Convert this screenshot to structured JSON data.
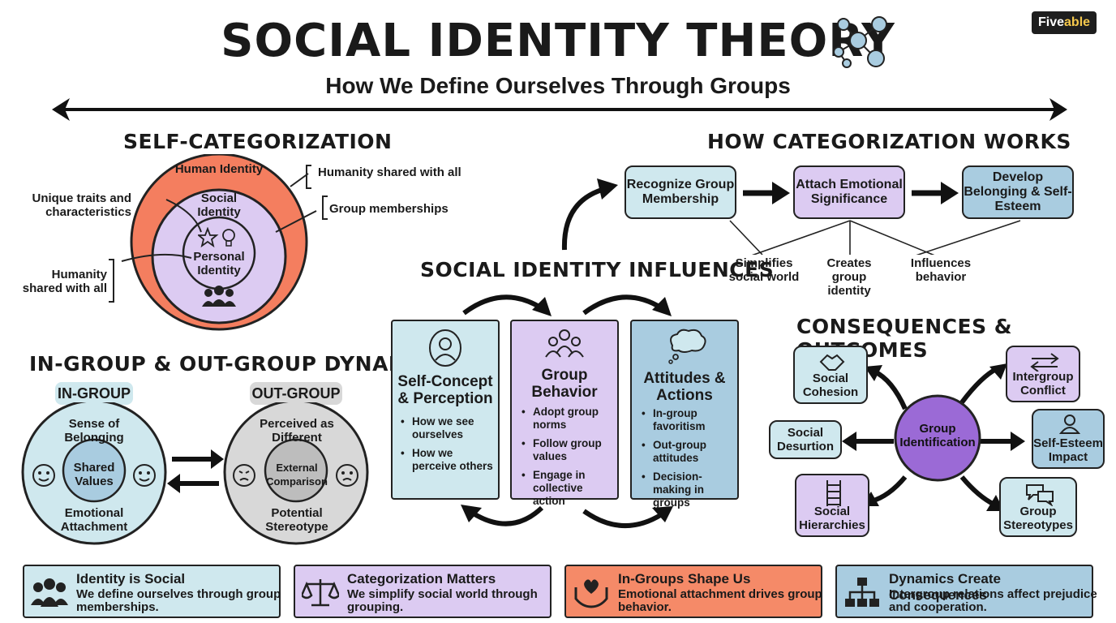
{
  "header": {
    "title": "SOCIAL IDENTITY THEORY",
    "subtitle": "How We Define Ourselves Through Groups",
    "brand_prefix": "Five",
    "brand_suffix": "able"
  },
  "self_categorization": {
    "heading": "SELF-CATEGORIZATION",
    "outer_label": "Human Identity",
    "middle_label": "Social Identity",
    "inner_label": "Personal Identity",
    "callout_top_right": "Humanity shared with all",
    "callout_mid_right": "Group memberships",
    "callout_left_top": "Unique traits and characteristics",
    "callout_left_bottom": "Humanity shared with all"
  },
  "dynamics": {
    "heading": "IN-GROUP & OUT-GROUP DYNAMICS",
    "in_group": {
      "label": "IN-GROUP",
      "top": "Sense of Belonging",
      "center": "Shared Values",
      "bottom": "Emotional Attachment"
    },
    "out_group": {
      "label": "OUT-GROUP",
      "top": "Perceived as Different",
      "center": "External Comparison",
      "bottom": "Potential Stereotype"
    }
  },
  "how_works": {
    "heading": "HOW CATEGORIZATION WORKS",
    "steps": [
      "Recognize Group Membership",
      "Attach Emotional Significance",
      "Develop Belonging & Self-Esteem"
    ],
    "outcomes": [
      "Simplifies social world",
      "Creates group identity",
      "Influences behavior"
    ]
  },
  "influences": {
    "heading": "SOCIAL IDENTITY INFLUENCES",
    "panels": [
      {
        "title": "Self-Concept & Perception",
        "bullets": [
          "How we see ourselves",
          "How we perceive others"
        ]
      },
      {
        "title": "Group Behavior",
        "bullets": [
          "Adopt group norms",
          "Follow group values",
          "Engage in collective action"
        ]
      },
      {
        "title": "Attitudes & Actions",
        "bullets": [
          "In-group favoritism",
          "Out-group attitudes",
          "Decision-making in groups"
        ]
      }
    ]
  },
  "consequences": {
    "heading": "CONSEQUENCES & OUTCOMES",
    "center": "Group Identification",
    "items": [
      "Social Cohesion",
      "Intergroup Conflict",
      "Social Desurtion",
      "Self-Esteem Impact",
      "Social Hierarchies",
      "Group Stereotypes"
    ]
  },
  "footer": [
    {
      "title": "Identity is Social",
      "body": "We define ourselves through group memberships.",
      "color": "#cfe8ee",
      "icon": "people-icon"
    },
    {
      "title": "Categorization Matters",
      "body": "We simplify social world through grouping.",
      "color": "#dccbf2",
      "icon": "scales-icon"
    },
    {
      "title": "In-Groups Shape Us",
      "body": "Emotional attachment drives group behavior.",
      "color": "#f58a68",
      "icon": "heart-hands-icon"
    },
    {
      "title": "Dynamics Create Consequences",
      "body": "Intergroup relations affect prejudice and cooperation.",
      "color": "#a9cce0",
      "icon": "org-chart-icon"
    }
  ],
  "colors": {
    "teal": "#cfe8ee",
    "lavender": "#dccbf2",
    "coral": "#f47e5f",
    "blue": "#a9cce0",
    "purple": "#9b6ad6",
    "gray": "#d8d8d8"
  }
}
